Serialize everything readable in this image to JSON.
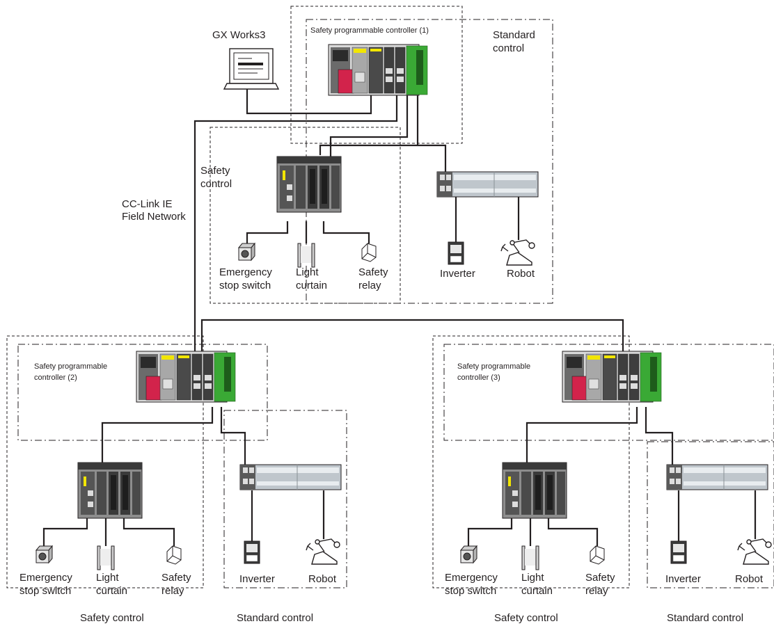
{
  "software": {
    "name": "GX Works3"
  },
  "network": {
    "line1": "CC-Link IE",
    "line2": "Field Network"
  },
  "top_station": {
    "title": "Safety programmable controller (1)",
    "standard_zone": {
      "line1": "Standard",
      "line2": "control"
    },
    "safety_zone": {
      "line1": "Safety",
      "line2": "control"
    },
    "safety_devices": {
      "estop": {
        "line1": "Emergency",
        "line2": "stop switch"
      },
      "curtain": {
        "line1": "Light",
        "line2": "curtain"
      },
      "relay": {
        "line1": "Safety",
        "line2": "relay"
      }
    },
    "standard_devices": {
      "inverter": "Inverter",
      "robot": "Robot"
    }
  },
  "left_station": {
    "title": {
      "line1": "Safety programmable",
      "line2": "controller (2)"
    },
    "safety_devices": {
      "estop": {
        "line1": "Emergency",
        "line2": "stop switch"
      },
      "curtain": {
        "line1": "Light",
        "line2": "curtain"
      },
      "relay": {
        "line1": "Safety",
        "line2": "relay"
      }
    },
    "standard_devices": {
      "inverter": "Inverter",
      "robot": "Robot"
    },
    "safety_caption": "Safety control",
    "standard_caption": "Standard control"
  },
  "right_station": {
    "title": {
      "line1": "Safety programmable",
      "line2": "controller (3)"
    },
    "safety_devices": {
      "estop": {
        "line1": "Emergency",
        "line2": "stop switch"
      },
      "curtain": {
        "line1": "Light",
        "line2": "curtain"
      },
      "relay": {
        "line1": "Safety",
        "line2": "relay"
      }
    },
    "standard_devices": {
      "inverter": "Inverter",
      "robot": "Robot"
    },
    "safety_caption": "Safety control",
    "standard_caption": "Standard control"
  },
  "colors": {
    "cable": "#231f20",
    "zone_border": "#231f20",
    "module_gray": "#4d4d4d",
    "module_light": "#c8c8c8",
    "power_red": "#d2234b",
    "io_green": "#3aa935",
    "indicator_yellow": "#f2e600",
    "io_body": "#bfc6cc"
  }
}
